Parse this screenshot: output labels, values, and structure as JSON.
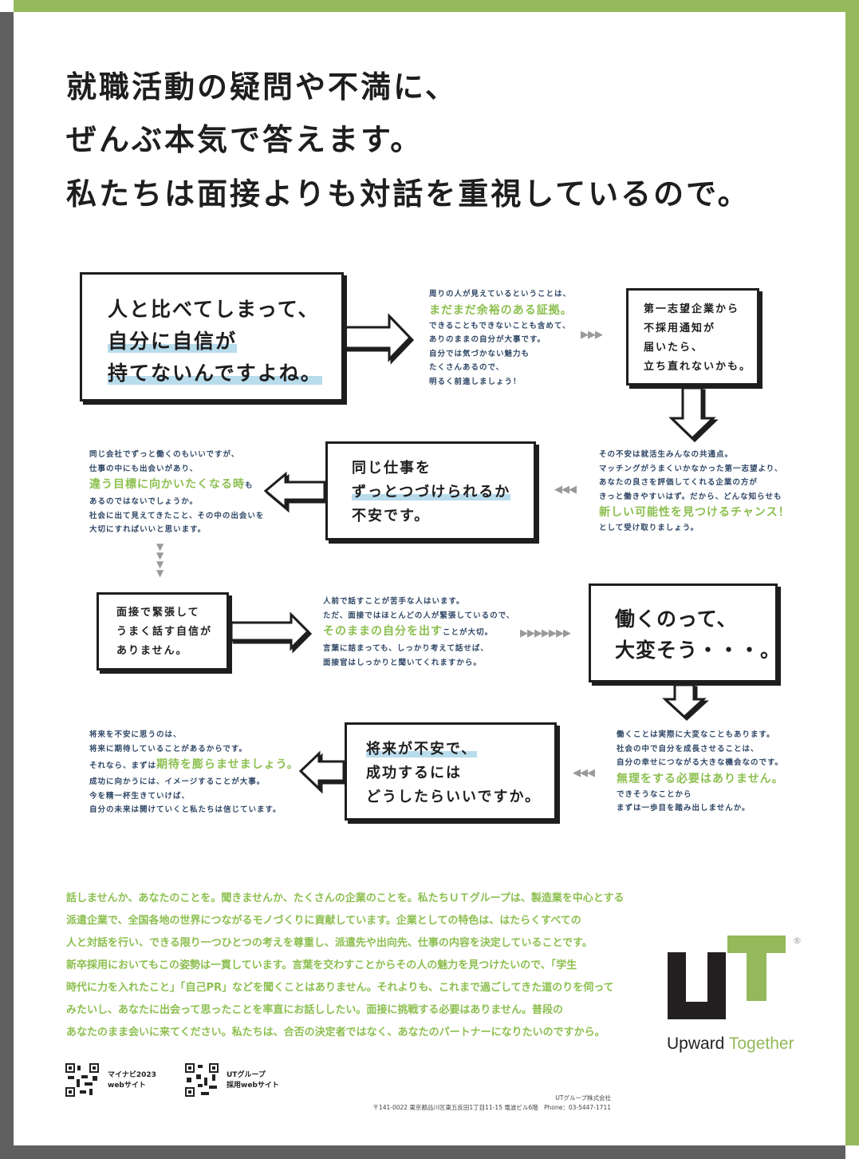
{
  "headline": [
    "就職活動の疑問や不満に、",
    "ぜんぶ本気で答えます。",
    "私たちは面接よりも対話を重視しているので。"
  ],
  "flow": [
    {
      "box": {
        "lines": [
          "人と比べてしまって、",
          "自分に自信が",
          "持てないんですよね。"
        ]
      },
      "note": {
        "before": [
          "周りの人が見えているということは、"
        ],
        "highlight": "まだまだ余裕のある証拠。",
        "after": [
          "できることもできないことも含めて、",
          "ありのままの自分が大事です。",
          "自分では気づかない魅力も",
          "たくさんあるので、",
          "明るく前進しましょう！"
        ]
      }
    },
    {
      "box": {
        "lines": [
          "第一志望企業から",
          "不採用通知が",
          "届いたら、",
          "立ち直れないかも。"
        ]
      },
      "note": {
        "before": [
          "その不安は就活生みんなの共通点。",
          "マッチングがうまくいかなかった第一志望より、",
          "あなたの良さを評価してくれる企業の方が",
          "きっと働きやすいはず。だから、どんな知らせも"
        ],
        "highlight": "新しい可能性を見つけるチャンス！",
        "after": [
          "として受け取りましょう。"
        ]
      }
    },
    {
      "box": {
        "lines": [
          "同じ仕事を",
          "ずっとつづけられるか",
          "不安です。"
        ]
      },
      "note": {
        "before": [
          "同じ会社でずっと働くのもいいですが、",
          "仕事の中にも出会いがあり、"
        ],
        "highlight": "違う目標に向かいたくなる時",
        "highlight_suffix": "も",
        "after": [
          "あるのではないでしょうか。",
          "社会に出て見えてきたこと、その中の出会いを",
          "大切にすればいいと思います。"
        ]
      }
    },
    {
      "box": {
        "lines": [
          "面接で緊張して",
          "うまく話す自信が",
          "ありません。"
        ]
      },
      "note": {
        "before": [
          "人前で話すことが苦手な人はいます。",
          "ただ、面接ではほとんどの人が緊張しているので、"
        ],
        "highlight": "そのままの自分を出す",
        "highlight_suffix": "ことが大切。",
        "after": [
          "言葉に詰まっても、しっかり考えて話せば、",
          "面接官はしっかりと聞いてくれますから。"
        ]
      }
    },
    {
      "box": {
        "lines": [
          "働くのって、",
          "大変そう・・・。"
        ]
      },
      "note": {
        "before": [
          "働くことは実際に大変なこともあります。",
          "社会の中で自分を成長させることは、",
          "自分の幸せにつながる大きな機会なのです。"
        ],
        "highlight": "無理をする必要はありません。",
        "after": [
          "できそうなことから",
          "まずは一歩目を踏み出しませんか。"
        ]
      }
    },
    {
      "box": {
        "lines": [
          "将来が不安で、",
          "成功するには",
          "どうしたらいいですか。"
        ]
      },
      "note": {
        "before": [
          "将来を不安に思うのは、",
          "将来に期待していることがあるからです。"
        ],
        "highlight_prefix": "それなら、まずは",
        "highlight": "期待を膨らませましょう。",
        "after": [
          "成功に向かうには、イメージすることが大事。",
          "今を精一杯生きていけば、",
          "自分の未来は開けていくと私たちは信じています。"
        ]
      }
    }
  ],
  "connectors": {
    "right3": "▶▶▶",
    "left3": "◀◀◀",
    "down4": "▼▼▼▼",
    "right7": "▶▶▶▶▶▶▶"
  },
  "paragraph": [
    "話しませんか、あなたのことを。聞きませんか、たくさんの企業のことを。私たちＵＴグループは、製造業を中心とする",
    "派遣企業で、全国各地の世界につながるモノづくりに貢献しています。企業としての特色は、はたらくすべての",
    "人と対話を行い、できる限り一つひとつの考えを尊重し、派遣先や出向先、仕事の内容を決定していることです。",
    "新卒採用においてもこの姿勢は一貫しています。言葉を交わすことからその人の魅力を見つけたいので、「学生",
    "時代に力を入れたこと」「自己PR」などを聞くことはありません。それよりも、これまで過ごしてきた道のりを伺って",
    "みたいし、あなたに出会って思ったことを率直にお話ししたい。面接に挑戦する必要はありません。普段の",
    "あなたのまま会いに来てください。私たちは、合否の決定者ではなく、あなたのパートナーになりたいのですから。"
  ],
  "logo": {
    "word1": "Upward",
    "word2": "Together",
    "registered": "®"
  },
  "qr": [
    {
      "lines": [
        "マイナビ2023",
        "webサイト"
      ]
    },
    {
      "lines": [
        "UTグループ",
        "採用webサイト"
      ]
    }
  ],
  "company": {
    "name": "UTグループ株式会社",
    "address": "〒141-0022 東京都品川区東五反田1丁目11-15 電波ビル6階　Phone：03-5447-1711"
  },
  "colors": {
    "green": "#8cbf4f",
    "dark": "#1e1e1e",
    "frame_gray": "#5f5f5f",
    "highlight": "#b8dcec",
    "note_text": "#2f4766"
  }
}
